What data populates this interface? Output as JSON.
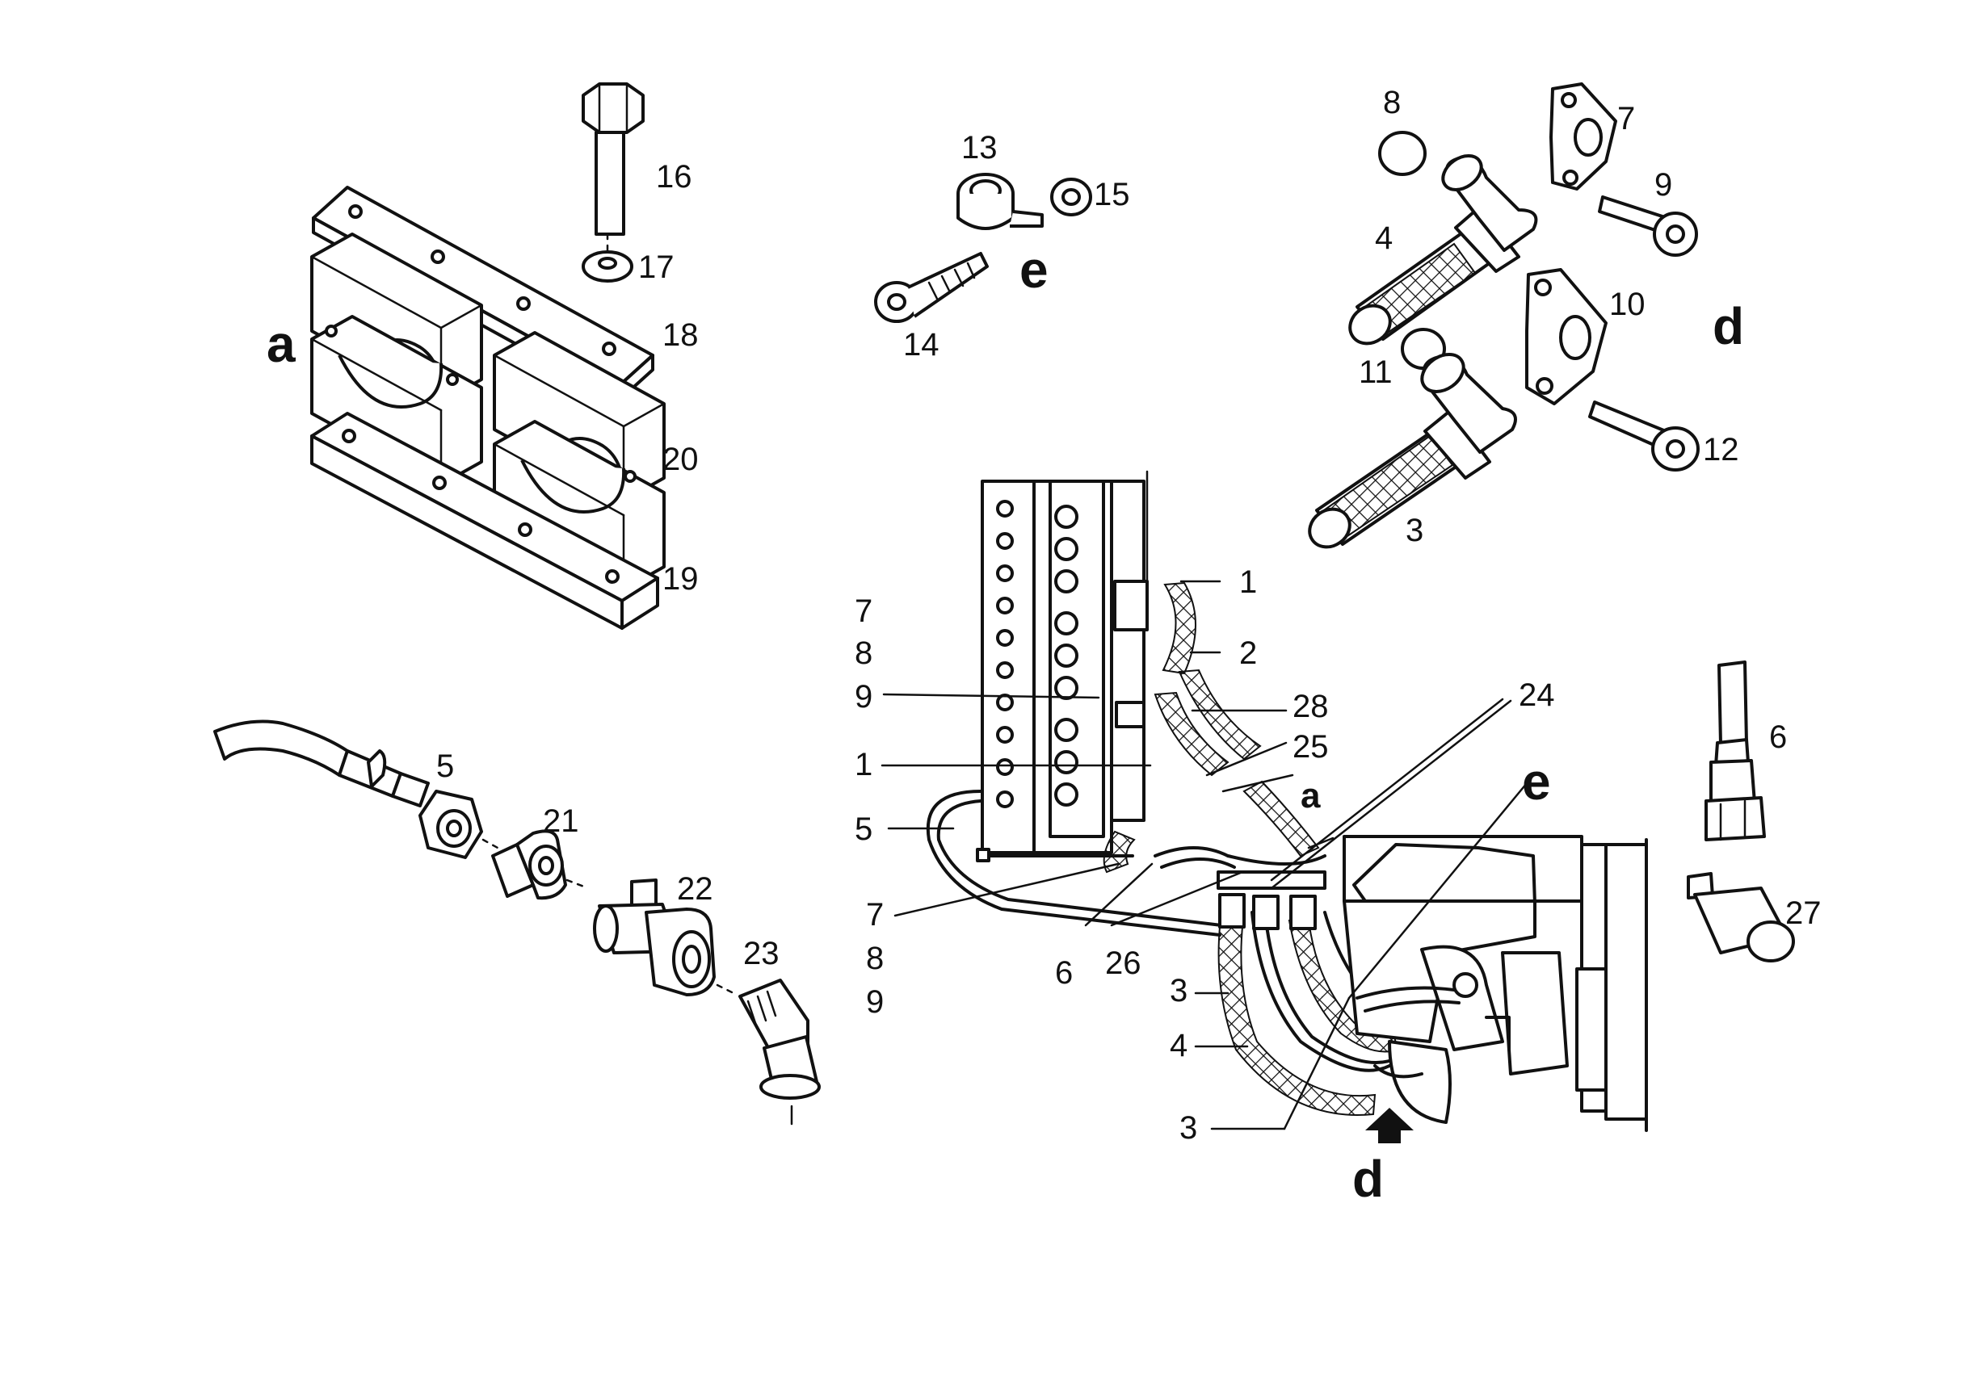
{
  "groups": {
    "a": {
      "letter": "a",
      "labels": [
        "16",
        "17",
        "18",
        "20",
        "19"
      ]
    },
    "e": {
      "letter": "e",
      "labels": [
        "13",
        "15",
        "14"
      ]
    },
    "d": {
      "letter": "d",
      "labels": [
        "8",
        "7",
        "9",
        "4",
        "10",
        "11",
        "12",
        "3"
      ]
    },
    "fittings": {
      "labels": [
        "5",
        "21",
        "22",
        "23"
      ]
    },
    "side_fitting": {
      "labels": [
        "6",
        "27"
      ]
    }
  },
  "assembly": {
    "left_labels": [
      "7",
      "8",
      "9",
      "1",
      "5",
      "7",
      "8",
      "9"
    ],
    "right_labels": [
      "1",
      "2",
      "28",
      "25",
      "24"
    ],
    "bottom_labels": [
      "6",
      "26",
      "3",
      "4",
      "3"
    ],
    "letters": {
      "a": "a",
      "e": "e",
      "d": "d"
    }
  }
}
